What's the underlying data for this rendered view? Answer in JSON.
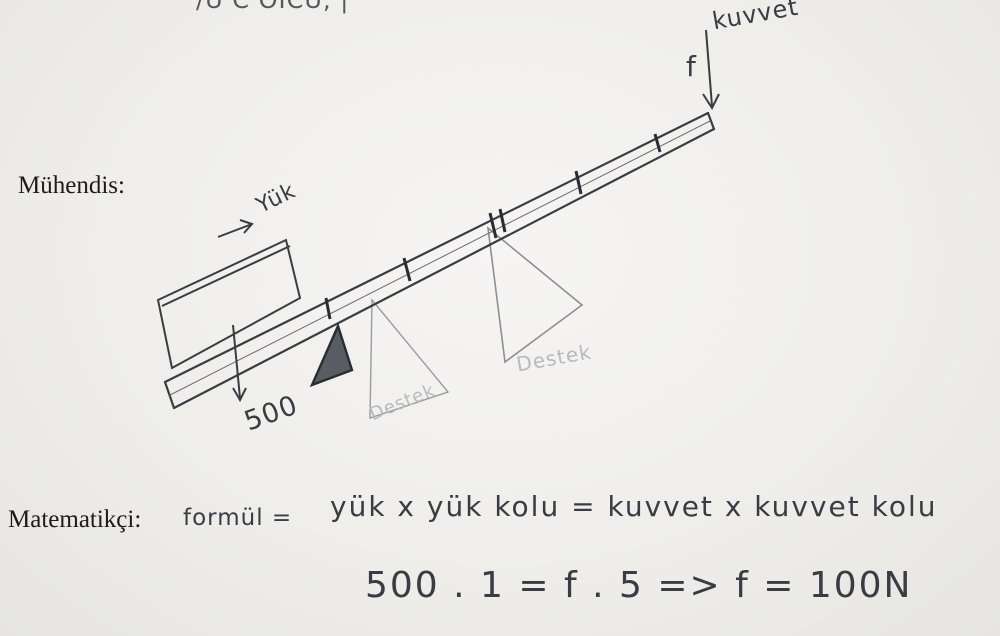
{
  "top_scribble": "/U C OICU, |",
  "engineer": {
    "label": "Mühendis:",
    "load_label": "Yük",
    "force_label": "kuvvet",
    "force_symbol": "f",
    "weight_value": "500",
    "faded_text_1": "Destek",
    "faded_text_2": "Destek"
  },
  "mathematician": {
    "label": "Matematikçi:",
    "formula_prefix": "formül =",
    "formula": "yük x yük kolu = kuvvet x kuvvet kolu",
    "calculation": "500 . 1 = f . 5 => f = 100N"
  },
  "colors": {
    "paper": "#f3f2ef",
    "pencil": "#3a3c44",
    "pencil_light": "#8a8b90",
    "print_text": "#1c1c1c"
  }
}
